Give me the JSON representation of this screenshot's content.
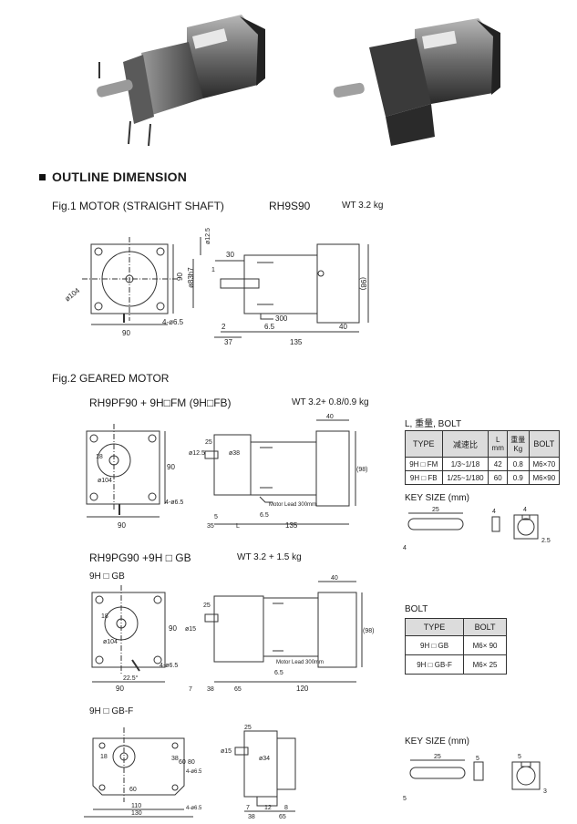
{
  "section_title": "OUTLINE DIMENSION",
  "fig1": {
    "caption": "Fig.1 MOTOR (STRAIGHT SHAFT)",
    "model": "RH9S90",
    "weight": "WT 3.2 kg",
    "dims": {
      "d104": "ø104",
      "w90": "90",
      "h90": "90",
      "holes": "4-ø6.5",
      "shaft": "ø12.5",
      "flange": "ø83h7",
      "d30": "30",
      "d2": "2",
      "d6_5": "6.5",
      "d37": "37",
      "d135": "135",
      "d40": "40",
      "d98": "(98)",
      "lead": "300",
      "one": "1"
    }
  },
  "fig2": {
    "caption": "Fig.2 GEARED MOTOR",
    "model": "RH9PF90 + 9H□FM (9H□FB)",
    "weight": "WT 3.2+ 0.8/0.9 kg",
    "dims": {
      "d90": "90",
      "h90": "90",
      "d104": "ø104",
      "holes": "4-ø6.5",
      "d25": "25",
      "d38": "ø38",
      "d35": "35",
      "L": "L",
      "d135": "135",
      "d40": "40",
      "d98": "(98)",
      "d6_5": "6.5",
      "d5": "5",
      "d18": "18",
      "shaft": "ø12.5",
      "lead": "Motor Lead 300mm"
    }
  },
  "table1": {
    "title": "L, 重量, BOLT",
    "headers": [
      "TYPE",
      "减速比",
      "L\nmm",
      "重量\nKg",
      "BOLT"
    ],
    "rows": [
      [
        "9H □ FM",
        "1/3~1/18",
        "42",
        "0.8",
        "M6×70"
      ],
      [
        "9H □ FB",
        "1/25~1/180",
        "60",
        "0.9",
        "M6×90"
      ]
    ]
  },
  "key1": {
    "title": "KEY SIZE (mm)",
    "d25": "25",
    "d4a": "4",
    "d4b": "4",
    "d25b": "2.5"
  },
  "pg": {
    "model": "RH9PG90 +9H □ GB",
    "weight": "WT 3.2 + 1.5 kg",
    "sub": "9H □ GB",
    "dims": {
      "d90": "90",
      "h90": "90",
      "d104": "ø104",
      "holes": "4-ø6.5",
      "angle": "22.5°",
      "d25": "25",
      "shaft": "ø15",
      "d38": "38",
      "d7": "7",
      "d65": "65",
      "d120": "120",
      "d40": "40",
      "d98": "(98)",
      "d6_5": "6.5",
      "lead": "Motor Lead 300mm",
      "d18": "18"
    }
  },
  "table2": {
    "title": "BOLT",
    "headers": [
      "TYPE",
      "BOLT"
    ],
    "rows": [
      [
        "9H □ GB",
        "M6× 90"
      ],
      [
        "9H □ GB-F",
        "M6× 25"
      ]
    ]
  },
  "gbf": {
    "sub": "9H □ GB-F",
    "dims": {
      "d18": "18",
      "d38": "38",
      "d60": "60",
      "d80": "80",
      "d60b": "60",
      "d110": "110",
      "d130": "130",
      "holes1": "4-ø6.5",
      "holes2": "4-ø6.5",
      "d25": "25",
      "shaft": "ø15",
      "d34": "ø34",
      "d7": "7",
      "d12": "12",
      "d8": "8",
      "d38b": "38",
      "d65": "65"
    }
  },
  "key2": {
    "title": "KEY SIZE (mm)",
    "d25": "25",
    "d5a": "5",
    "d5b": "5",
    "d3": "3"
  }
}
